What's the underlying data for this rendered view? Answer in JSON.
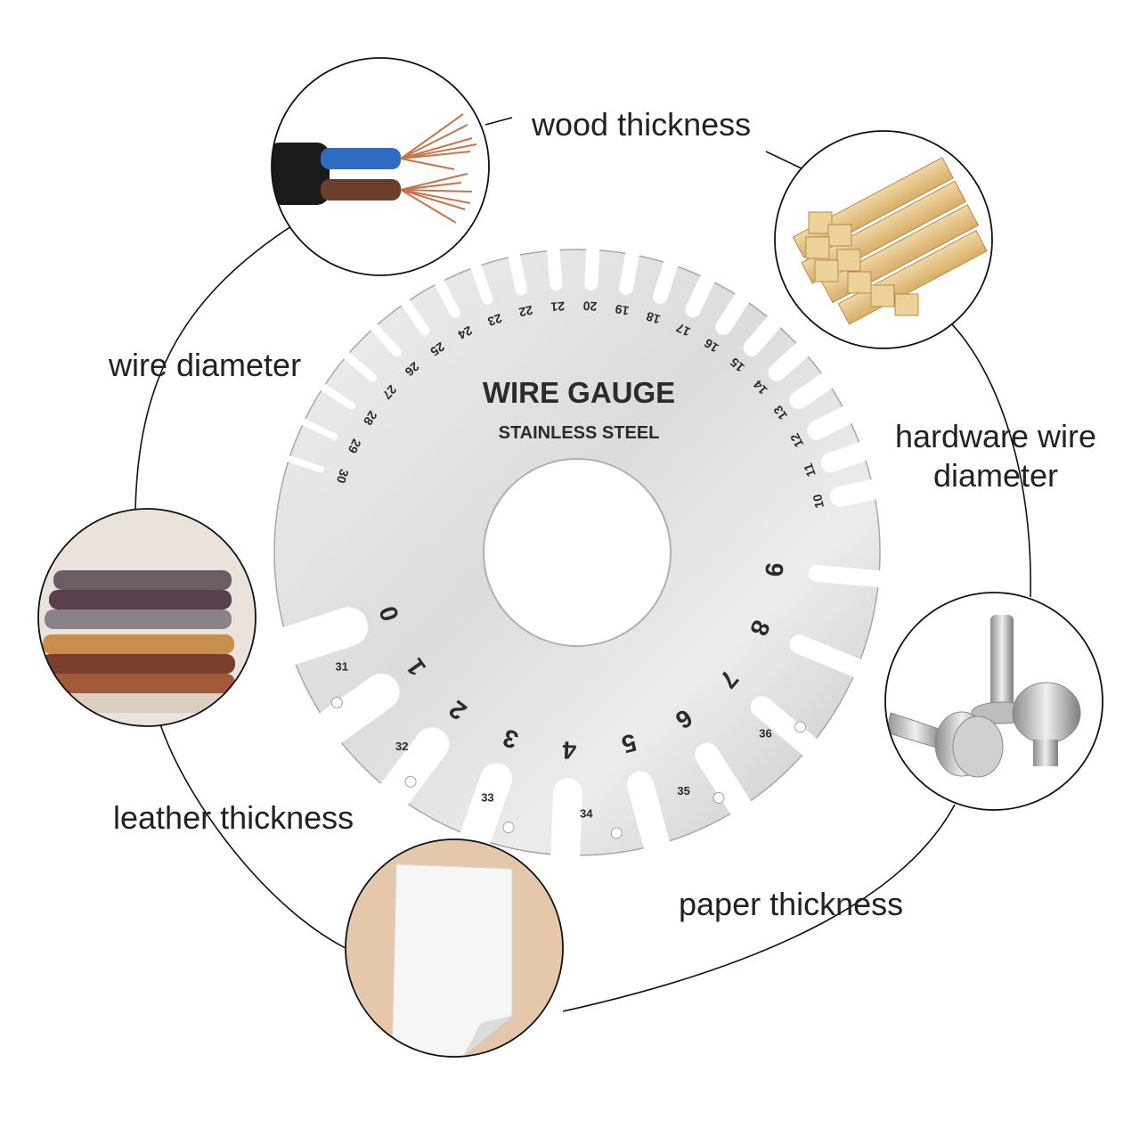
{
  "gauge": {
    "title": "WIRE GAUGE",
    "subtitle": "STAINLESS STEEL",
    "small_numbers": [
      "30",
      "29",
      "28",
      "27",
      "26",
      "25",
      "24",
      "23",
      "22",
      "21",
      "20",
      "19",
      "18",
      "17",
      "16",
      "15",
      "14",
      "13",
      "12",
      "11",
      "10"
    ],
    "large_numbers": [
      "0",
      "1",
      "2",
      "3",
      "4",
      "5",
      "6",
      "7",
      "8",
      "9"
    ],
    "outer_numbers": [
      "31",
      "32",
      "33",
      "34",
      "35",
      "36"
    ]
  },
  "applications": {
    "wood": "wood thickness",
    "wire": "wire diameter",
    "hardware_line1": "hardware wire",
    "hardware_line2": "diameter",
    "leather": "leather thickness",
    "paper": "paper thickness"
  },
  "icons": {
    "cable": "copper-cable-icon",
    "wood": "wood-sticks-icon",
    "leather": "leather-samples-icon",
    "screws": "screws-icon",
    "paper": "paper-sheet-icon"
  },
  "colors": {
    "steel_light": "#e4e4e4",
    "steel_dark": "#b9b9b9",
    "engraving": "#2b2b2b",
    "line": "#111111",
    "copper": "#c8744a",
    "wood": "#e6c486"
  }
}
